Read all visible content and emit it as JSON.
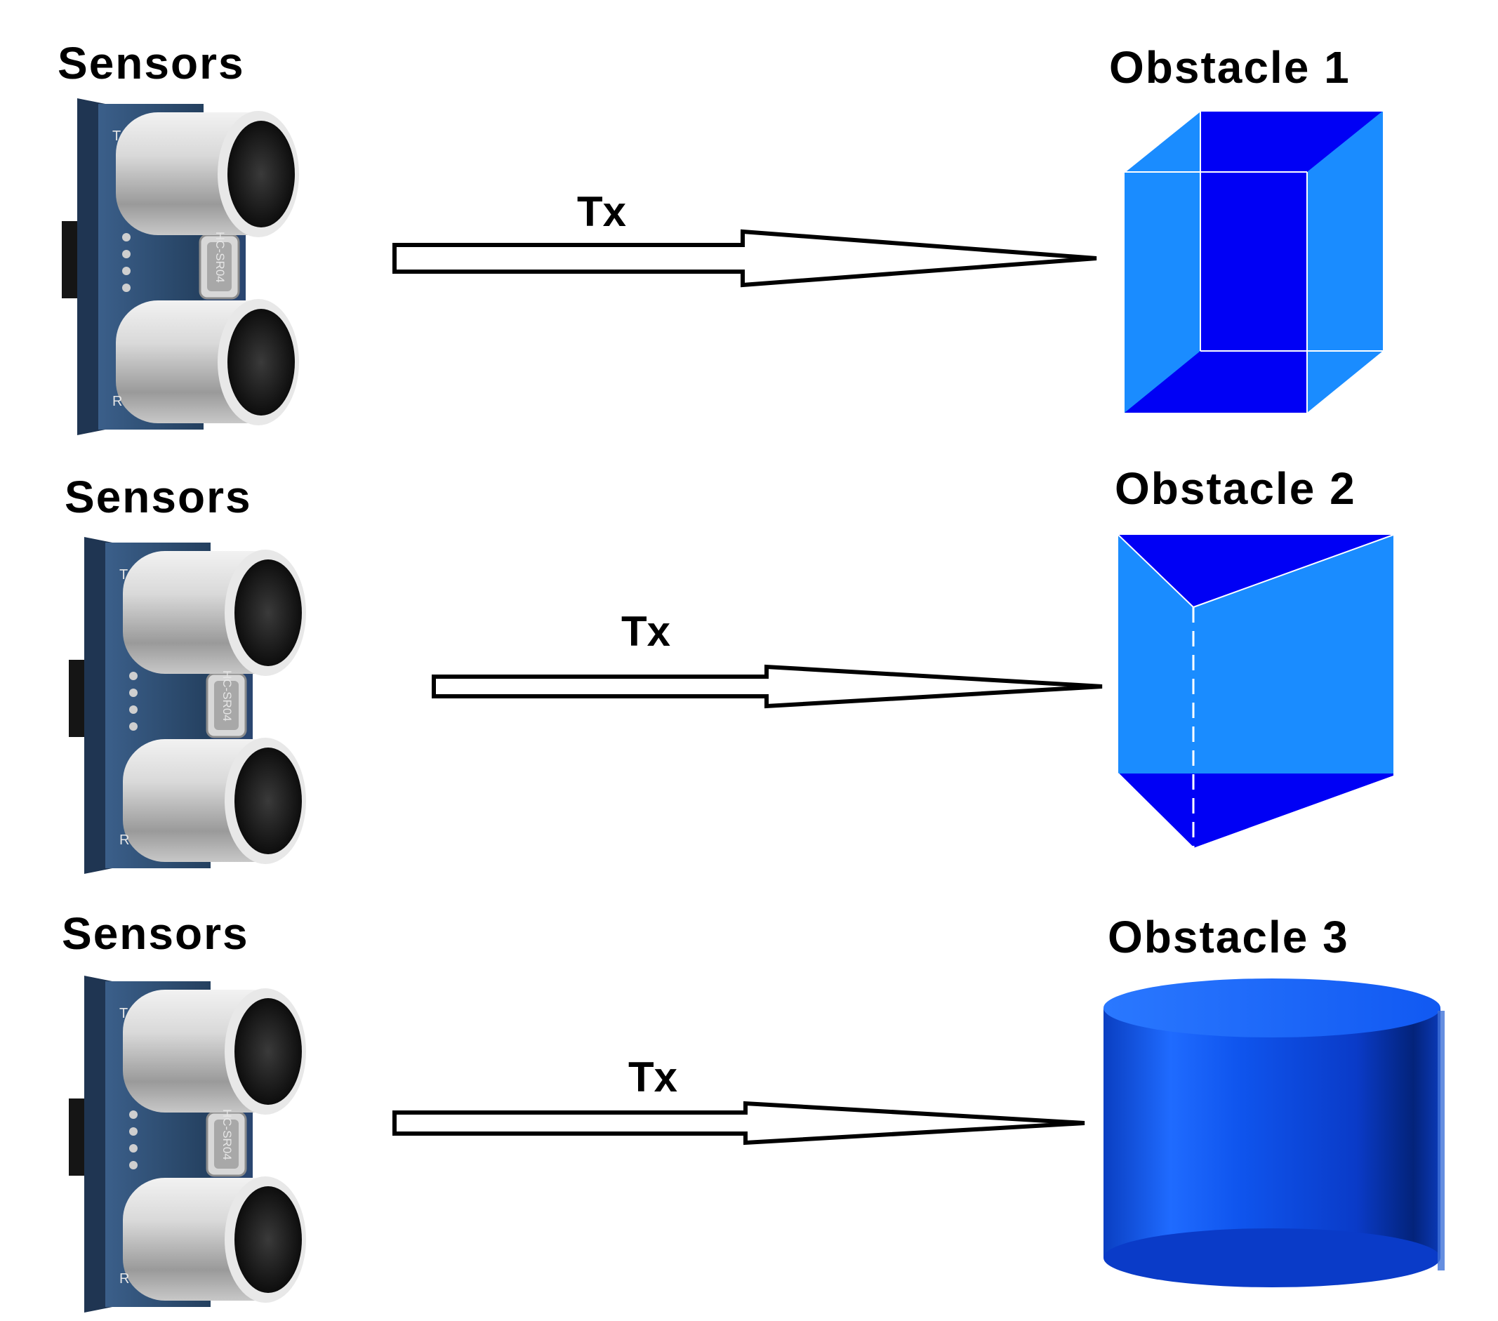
{
  "rows": [
    {
      "sensor_label": "Sensors",
      "signal_label": "Tx",
      "obstacle_label": "Obstacle 1",
      "obstacle_shape": "rectangular-prism"
    },
    {
      "sensor_label": "Sensors",
      "signal_label": "Tx",
      "obstacle_label": "Obstacle 2",
      "obstacle_shape": "triangular-prism"
    },
    {
      "sensor_label": "Sensors",
      "signal_label": "Tx",
      "obstacle_label": "Obstacle 3",
      "obstacle_shape": "cylinder"
    }
  ],
  "sensor_board_text": {
    "module": "HC-SR04",
    "top_pin": "T",
    "bottom_pin": "R"
  },
  "colors": {
    "obstacle_light": "#1a8cff",
    "obstacle_dark": "#0000f5",
    "board": "#2d4a6e",
    "can_light": "#e6e6e6",
    "can_dark": "#8a8a8a",
    "mesh": "#1a1a1a"
  }
}
